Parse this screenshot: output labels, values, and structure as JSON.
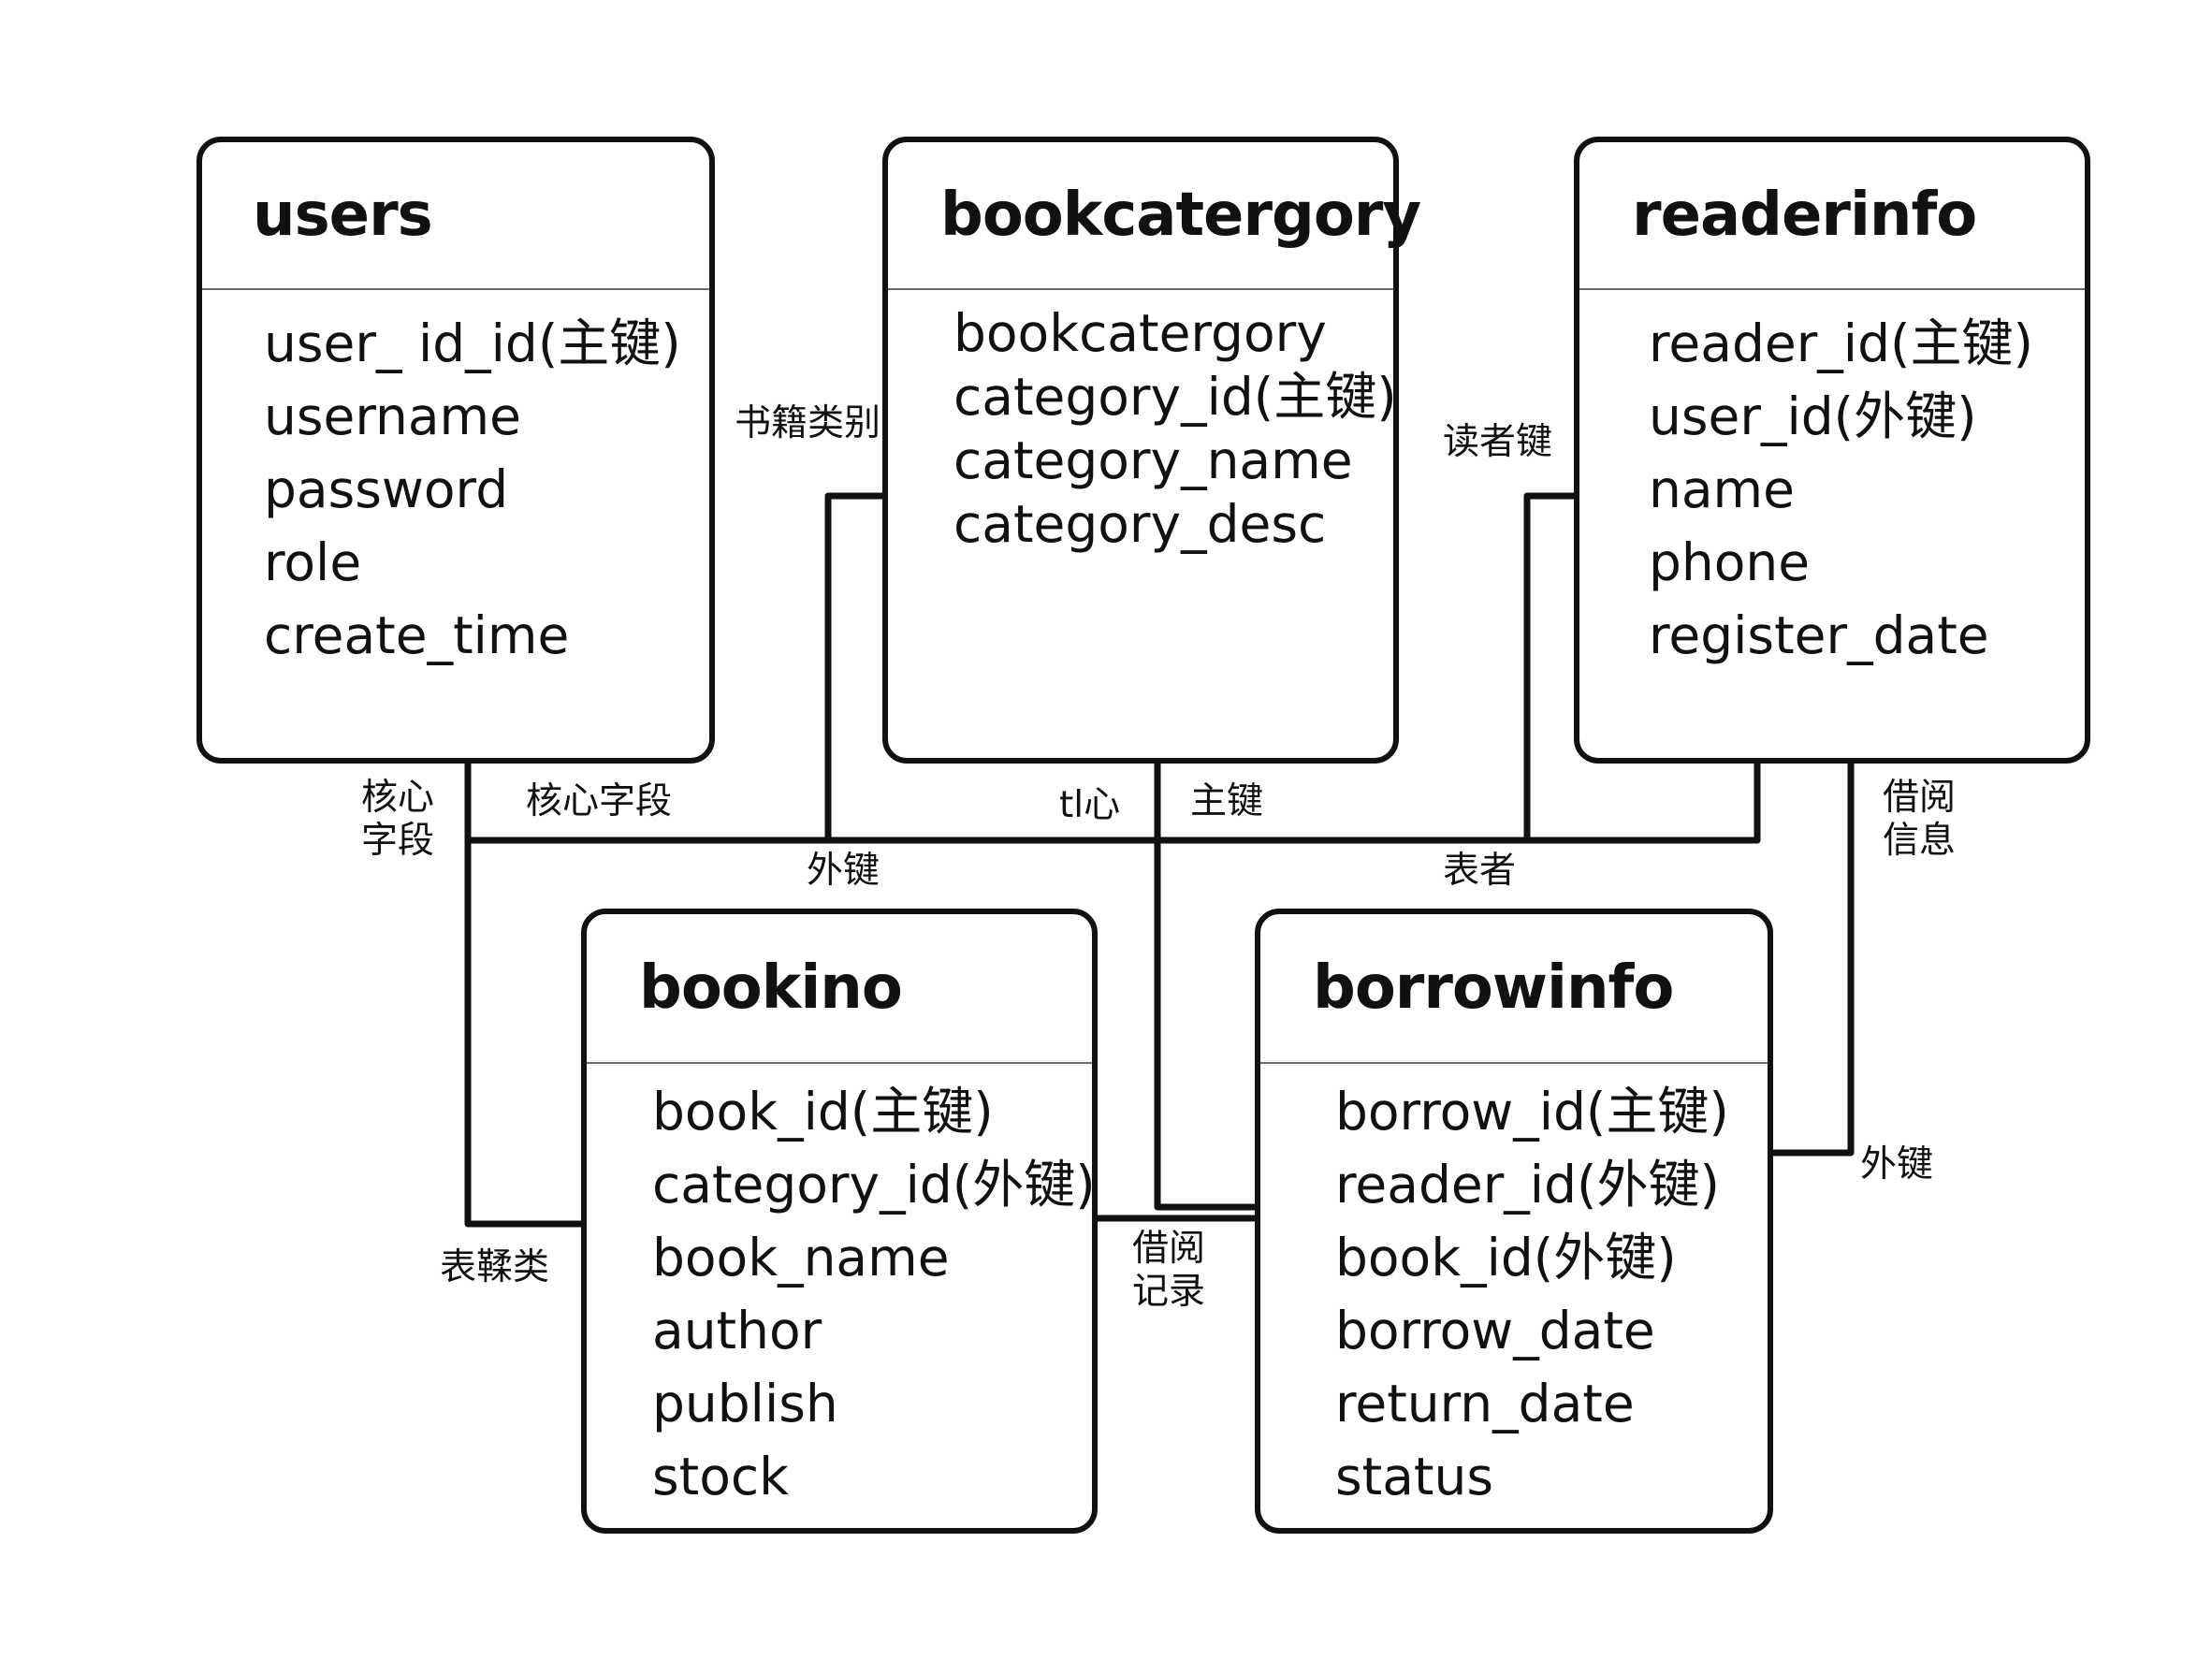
{
  "entities": {
    "users": {
      "title": "users",
      "fields": [
        "user_ id_id(主键)",
        "username",
        "password",
        "role",
        "create_time"
      ]
    },
    "bookcatergory": {
      "title": "bookcatergory",
      "fields": [
        "bookcatergory",
        "category_id(主键)",
        "category_name",
        "category_desc"
      ]
    },
    "readerinfo": {
      "title": "readerinfo",
      "fields": [
        "reader_id(主键)",
        "user_id(外键)",
        "name",
        "phone",
        "register_date"
      ]
    },
    "bookino": {
      "title": "bookino",
      "fields": [
        "book_id(主键)",
        "category_id(外键)",
        "book_name",
        "author",
        "publish",
        "stock"
      ]
    },
    "borrowinfo": {
      "title": "borrowinfo",
      "fields": [
        "borrow_id(主键)",
        "reader_id(外键)",
        "book_id(外键)",
        "borrow_date",
        "return_date",
        "status"
      ]
    }
  },
  "relationship_labels": {
    "shuji_leibie": "书籍类别",
    "duzhe_jian": "读者键",
    "hexin_ziduan_stacked": [
      "核心",
      "字段"
    ],
    "hexin_ziduan": "核心字段",
    "hexin_partial": "tl心",
    "zhujian": "主键",
    "jieyue_xinxi": [
      "借阅",
      "信息"
    ],
    "waijian_top": "外键",
    "biaozhe": "表者",
    "biao_lei": "表鞣类",
    "jieyue_jilu": [
      "借阅",
      "记录"
    ],
    "waijian_right": "外键"
  }
}
